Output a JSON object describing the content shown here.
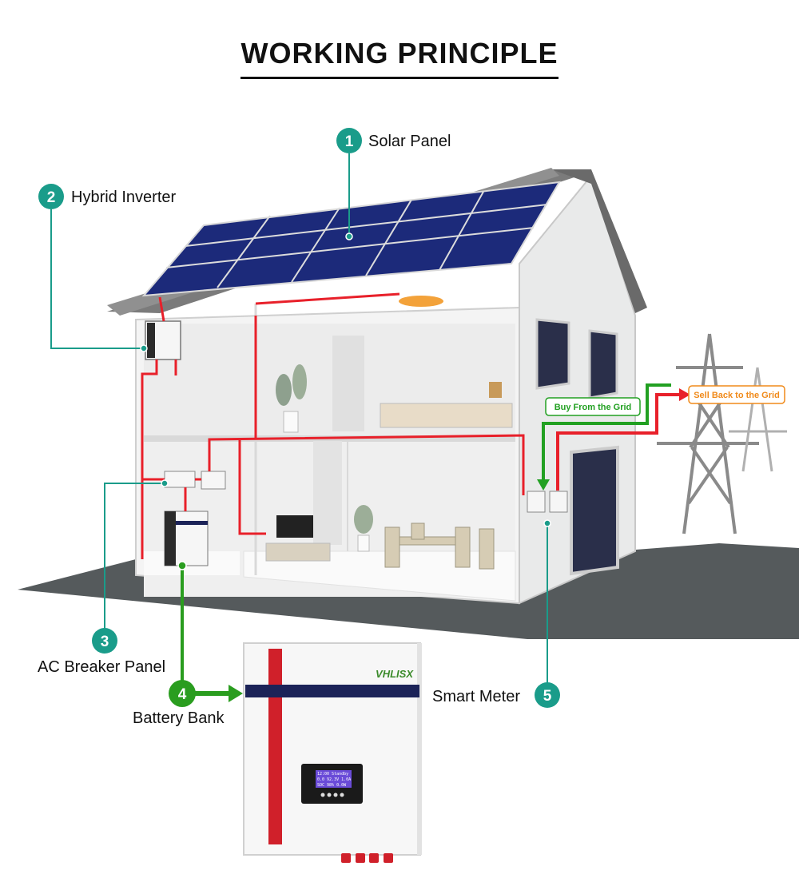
{
  "title": "WORKING PRINCIPLE",
  "components": [
    {
      "number": "1",
      "label": "Solar Panel"
    },
    {
      "number": "2",
      "label": "Hybrid Inverter"
    },
    {
      "number": "3",
      "label": "AC Breaker Panel"
    },
    {
      "number": "4",
      "label": "Battery Bank"
    },
    {
      "number": "5",
      "label": "Smart Meter"
    }
  ],
  "grid_tags": {
    "buy": "Buy From the Grid",
    "sell": "Sell Back to the Grid"
  },
  "battery": {
    "brand": "VHLISX",
    "lcd_lines": [
      "12:00 Standby",
      "0.0  92.3V  1.0A",
      "SOC 98%  0.0W"
    ]
  },
  "colors": {
    "callout_teal": "#1a9c8a",
    "battery_green": "#2a9d1f",
    "wire_red": "#e8202a",
    "buy_green": "#22a022",
    "sell_orange": "#f08a1a",
    "panel_blue": "#1c2a7a"
  }
}
